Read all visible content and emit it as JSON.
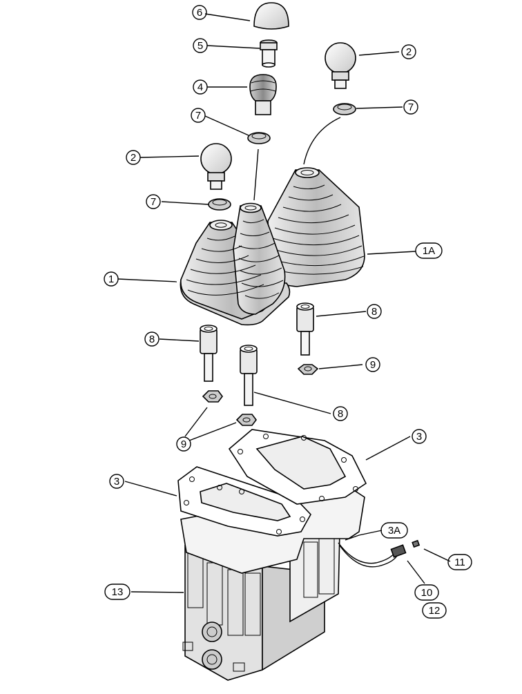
{
  "callouts": {
    "c6": "6",
    "c5": "5",
    "c4": "4",
    "c7a": "7",
    "c2a": "2",
    "c2b": "2",
    "c7b": "7",
    "c7c": "7",
    "c1": "1",
    "c1a": "1A",
    "c8a": "8",
    "c8b": "8",
    "c8c": "8",
    "c9a": "9",
    "c9b": "9",
    "c3a": "3",
    "c3b": "3",
    "c3c": "3A",
    "c11": "11",
    "c10": "10",
    "c12": "12",
    "c13": "13"
  },
  "colors": {
    "part_fill": "#ffffff",
    "part_shade": "#d9d9d9",
    "part_dark": "#a0a0a0",
    "ink": "#000000"
  }
}
